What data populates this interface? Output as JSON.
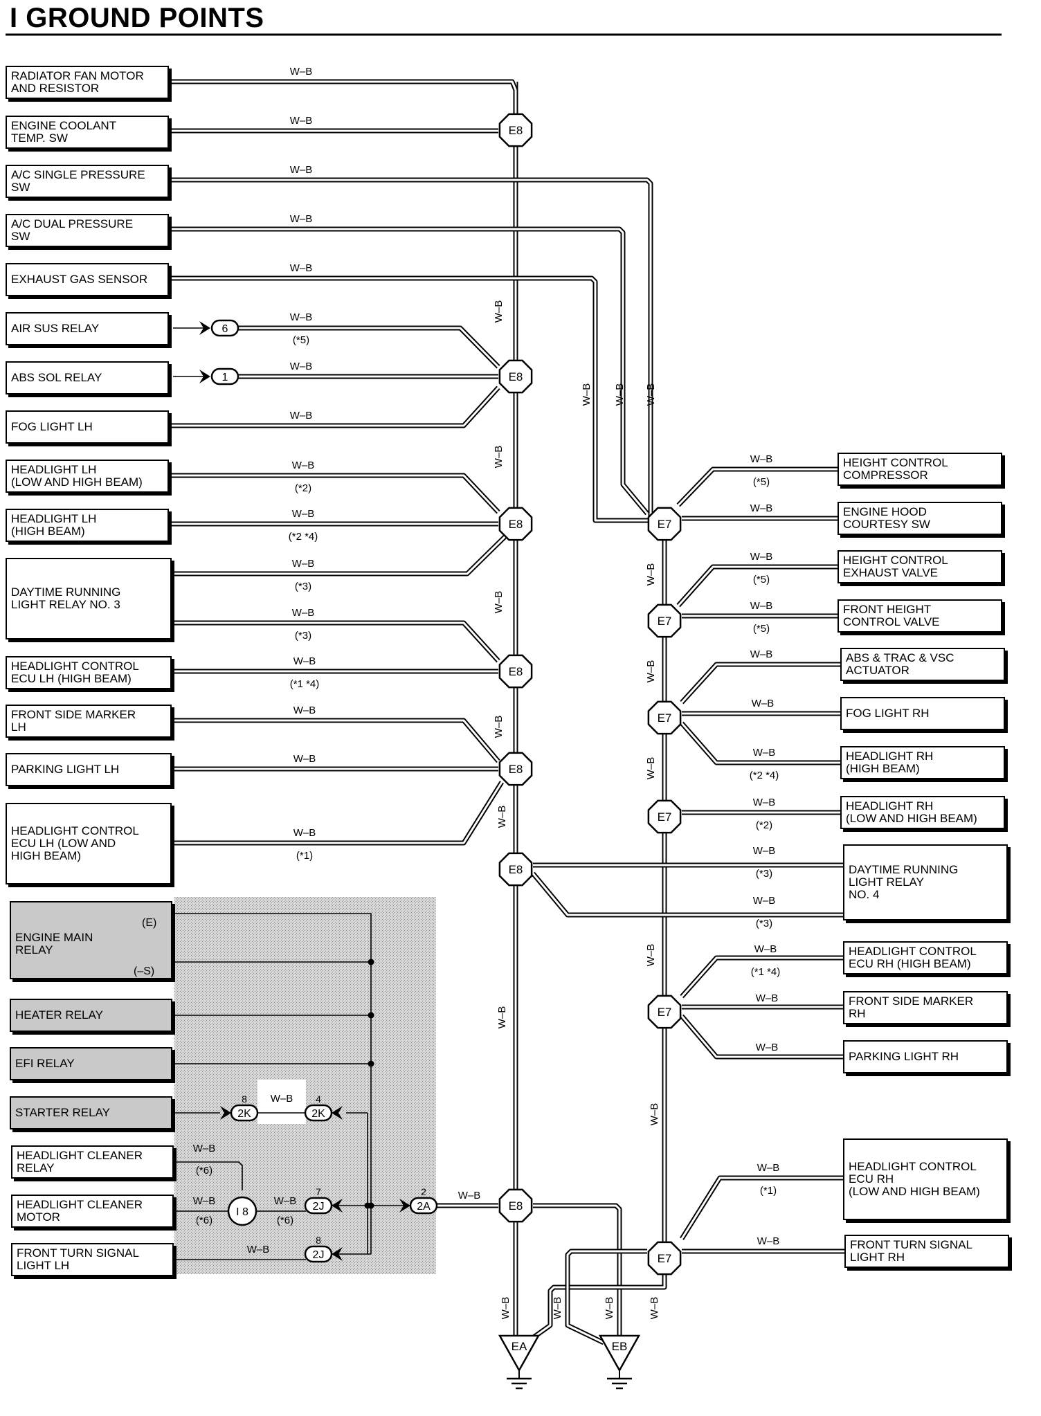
{
  "title": "I  GROUND POINTS",
  "wire_color": "W–B",
  "left_components": [
    {
      "label": "RADIATOR FAN MOTOR\nAND RESISTOR"
    },
    {
      "label": "ENGINE COOLANT\nTEMP.  SW"
    },
    {
      "label": "A/C SINGLE PRESSURE\nSW"
    },
    {
      "label": "A/C DUAL PRESSURE\nSW"
    },
    {
      "label": "EXHAUST GAS SENSOR"
    },
    {
      "label": "AIR SUS RELAY"
    },
    {
      "label": "ABS SOL RELAY"
    },
    {
      "label": "FOG LIGHT LH"
    },
    {
      "label": "HEADLIGHT LH\n(LOW AND HIGH BEAM)"
    },
    {
      "label": "HEADLIGHT LH\n(HIGH BEAM)"
    },
    {
      "label": "DAYTIME RUNNING\nLIGHT RELAY NO. 3"
    },
    {
      "label": "HEADLIGHT CONTROL\nECU LH (HIGH BEAM)"
    },
    {
      "label": "FRONT SIDE MARKER\nLH"
    },
    {
      "label": "PARKING LIGHT LH"
    },
    {
      "label": "HEADLIGHT CONTROL\nECU LH (LOW AND\nHIGH BEAM)"
    },
    {
      "label": "ENGINE MAIN\nRELAY"
    },
    {
      "label": "HEATER RELAY"
    },
    {
      "label": "EFI RELAY"
    },
    {
      "label": "STARTER RELAY"
    },
    {
      "label": "HEADLIGHT CLEANER\nRELAY"
    },
    {
      "label": "HEADLIGHT CLEANER\nMOTOR"
    },
    {
      "label": "FRONT TURN SIGNAL\nLIGHT LH"
    }
  ],
  "engine_main_relay_pins": [
    "(E)",
    "(–S)"
  ],
  "right_components": [
    {
      "label": "HEIGHT CONTROL\nCOMPRESSOR"
    },
    {
      "label": "ENGINE  HOOD\nCOURTESY SW"
    },
    {
      "label": "HEIGHT CONTROL\nEXHAUST VALVE"
    },
    {
      "label": "FRONT HEIGHT\nCONTROL VALVE"
    },
    {
      "label": "ABS & TRAC & VSC\nACTUATOR"
    },
    {
      "label": "FOG LIGHT RH"
    },
    {
      "label": "HEADLIGHT RH\n(HIGH BEAM)"
    },
    {
      "label": "HEADLIGHT RH\n(LOW AND HIGH BEAM)"
    },
    {
      "label": "DAYTIME RUNNING\nLIGHT RELAY\nNO. 4"
    },
    {
      "label": "HEADLIGHT CONTROL\nECU RH (HIGH BEAM)"
    },
    {
      "label": "FRONT SIDE MARKER\nRH"
    },
    {
      "label": "PARKING LIGHT RH"
    },
    {
      "label": "HEADLIGHT CONTROL\nECU RH\n(LOW AND HIGH BEAM)"
    },
    {
      "label": "FRONT TURN SIGNAL\nLIGHT RH"
    }
  ],
  "left_notes": [
    "",
    "",
    "",
    "",
    "",
    "(*5)",
    "",
    "",
    "(*2)",
    "(*2 *4)",
    "(*3)",
    "(*3)",
    "(*1 *4)",
    "",
    "",
    "(*1)"
  ],
  "right_notes": [
    "(*5)",
    "",
    "(*5)",
    "(*5)",
    "",
    "",
    "(*2 *4)",
    "(*2)",
    "(*3)",
    "(*3)",
    "(*1 *4)",
    "",
    "",
    "(*1)",
    ""
  ],
  "splices": [
    "E8",
    "E8",
    "E8",
    "E8",
    "E8",
    "E8",
    "E8",
    "E7",
    "E7",
    "E7",
    "E7",
    "E7",
    "E7"
  ],
  "connectors": [
    {
      "id": "6",
      "pin": ""
    },
    {
      "id": "1",
      "pin": ""
    },
    {
      "id": "2K",
      "pin": "8"
    },
    {
      "id": "2K",
      "pin": "4"
    },
    {
      "id": "I 8",
      "pin": ""
    },
    {
      "id": "2J",
      "pin": "7"
    },
    {
      "id": "2A",
      "pin": "2"
    },
    {
      "id": "2J",
      "pin": "8"
    }
  ],
  "cleaner_notes": [
    "(*6)",
    "(*6)",
    "(*6)"
  ],
  "ground_points": [
    "EA",
    "EB"
  ]
}
